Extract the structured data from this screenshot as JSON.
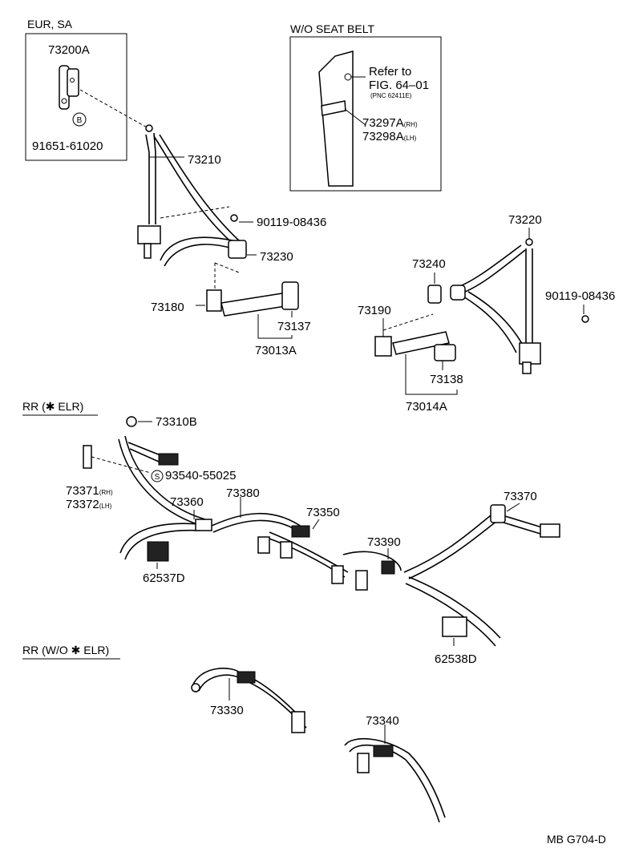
{
  "groups": {
    "eur_sa": "EUR, SA",
    "wo_seat_belt": "W/O SEAT BELT",
    "rr_elr": "RR (✱ ELR)",
    "rr_wo_elr": "RR (W/O ✱ ELR)"
  },
  "refer": {
    "line1": "Refer to",
    "line2": "FIG. 64–01",
    "line3": "(PNC 62411E)"
  },
  "badges": {
    "b": "B",
    "s": "S"
  },
  "labels": {
    "p73200A": "73200A",
    "p91651": "91651-61020",
    "p73210": "73210",
    "p90119a": "90119-08436",
    "p73230": "73230",
    "p73180": "73180",
    "p73137": "73137",
    "p73013A": "73013A",
    "p73297A": "73297A",
    "p73297A_rh": "(RH)",
    "p73298A": "73298A",
    "p73298A_lh": "(LH)",
    "p73220": "73220",
    "p73240": "73240",
    "p90119b": "90119-08436",
    "p73190": "73190",
    "p73138": "73138",
    "p73014A": "73014A",
    "p73310B": "73310B",
    "p93540": "93540-55025",
    "p73371": "73371",
    "p73371_rh": "(RH)",
    "p73372": "73372",
    "p73372_lh": "(LH)",
    "p73380": "73380",
    "p73360": "73360",
    "p73350": "73350",
    "p73370": "73370",
    "p73390": "73390",
    "p62537D": "62537D",
    "p62538D": "62538D",
    "p73330": "73330",
    "p73340": "73340"
  },
  "drawing_code": "MB G704-D"
}
